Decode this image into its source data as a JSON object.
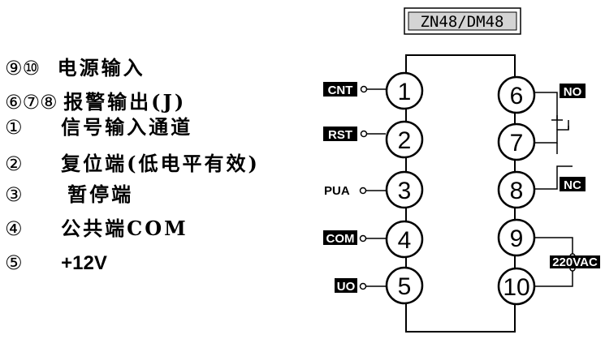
{
  "model_label": "ZN48/DM48",
  "legend": [
    {
      "num": "⑨⑩",
      "desc": "电源输入"
    },
    {
      "num": "⑥⑦⑧",
      "desc": "报警输出(J)"
    },
    {
      "num": "①",
      "desc": "信号输入通道"
    },
    {
      "num": "②",
      "desc": "复位端(低电平有效)"
    },
    {
      "num": "③",
      "desc": "暂停端"
    },
    {
      "num": "④",
      "desc": "公共端COM"
    },
    {
      "num": "⑤",
      "desc": "+12V"
    }
  ],
  "left_pins": [
    {
      "label": "CNT",
      "num": "1"
    },
    {
      "label": "RST",
      "num": "2"
    },
    {
      "label": "PUA",
      "num": "3"
    },
    {
      "label": "COM",
      "num": "4"
    },
    {
      "label": "UO",
      "num": "5"
    }
  ],
  "right_pins": [
    {
      "num": "6"
    },
    {
      "num": "7"
    },
    {
      "num": "8"
    },
    {
      "num": "9"
    },
    {
      "num": "10"
    }
  ],
  "contact_labels": {
    "no": "NO",
    "nc": "NC"
  },
  "power_label": "220VAC",
  "colors": {
    "line": "#000000",
    "label_box_fill": "#d4d4d4",
    "inverse_text": "#ffffff"
  }
}
